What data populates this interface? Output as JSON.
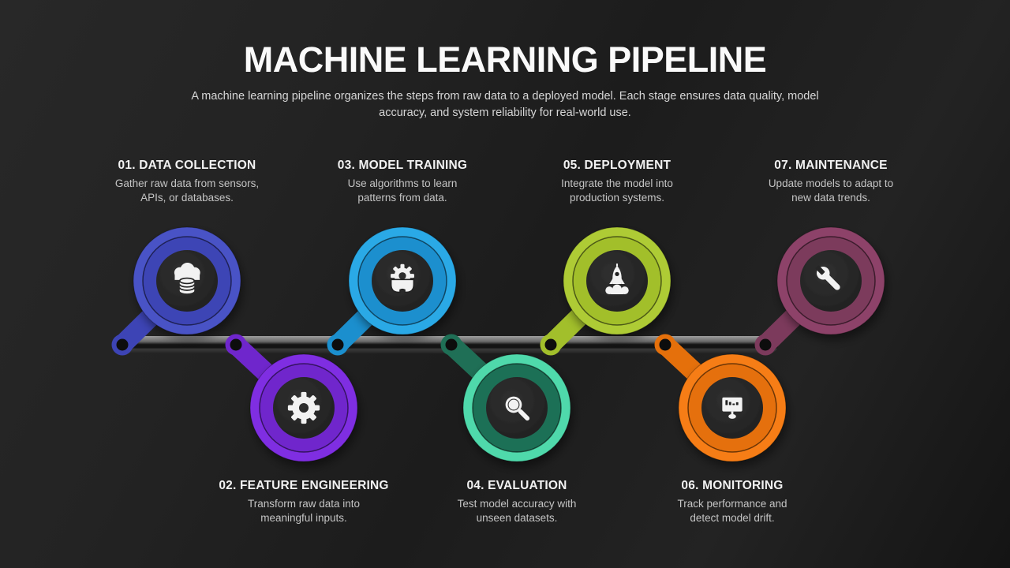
{
  "header": {
    "title": "MACHINE LEARNING PIPELINE",
    "subtitle": "A machine learning pipeline organizes the steps from raw data to a deployed model. Each stage ensures data quality, model accuracy, and system reliability for real-world use."
  },
  "stages": [
    {
      "number": "01.",
      "title": "DATA COLLECTION",
      "description": "Gather raw data from sensors, APIs, or databases.",
      "color": "#4a53c6",
      "color_inner": "#3d44b5",
      "icon": "cloud-database-icon",
      "row": "top"
    },
    {
      "number": "02.",
      "title": "FEATURE ENGINEERING",
      "description": "Transform raw data into meaningful inputs.",
      "color": "#7f2ee2",
      "color_inner": "#6f26cc",
      "icon": "gear-icon",
      "row": "bottom"
    },
    {
      "number": "03.",
      "title": "MODEL TRAINING",
      "description": "Use algorithms to learn patterns from data.",
      "color": "#2aa9e6",
      "color_inner": "#1b8fce",
      "icon": "machine-learning-icon",
      "row": "top"
    },
    {
      "number": "04.",
      "title": "EVALUATION",
      "description": "Test model accuracy with unseen datasets.",
      "color": "#4fd9ab",
      "color_inner": "#1f6f56",
      "icon": "magnifier-icon",
      "row": "bottom"
    },
    {
      "number": "05.",
      "title": "DEPLOYMENT",
      "description": "Integrate the model into production systems.",
      "color": "#aecb36",
      "color_inner": "#a2bf2b",
      "icon": "rocket-icon",
      "row": "top"
    },
    {
      "number": "06.",
      "title": "MONITORING",
      "description": "Track performance and detect model drift.",
      "color": "#f67d14",
      "color_inner": "#e5700b",
      "icon": "monitor-chart-icon",
      "row": "bottom"
    },
    {
      "number": "07.",
      "title": "MAINTENANCE",
      "description": "Update models to adapt to new data trends.",
      "color": "#8d4269",
      "color_inner": "#7c3a5c",
      "icon": "wrench-icon",
      "row": "top"
    }
  ],
  "timeline": {
    "bar_top_color": "#9e9e9e",
    "bar_bottom_color": "#232323",
    "bar_line_color": "#141414",
    "node_dot_color": "#0d0d0d",
    "icon_color": "#f2f2f2"
  }
}
